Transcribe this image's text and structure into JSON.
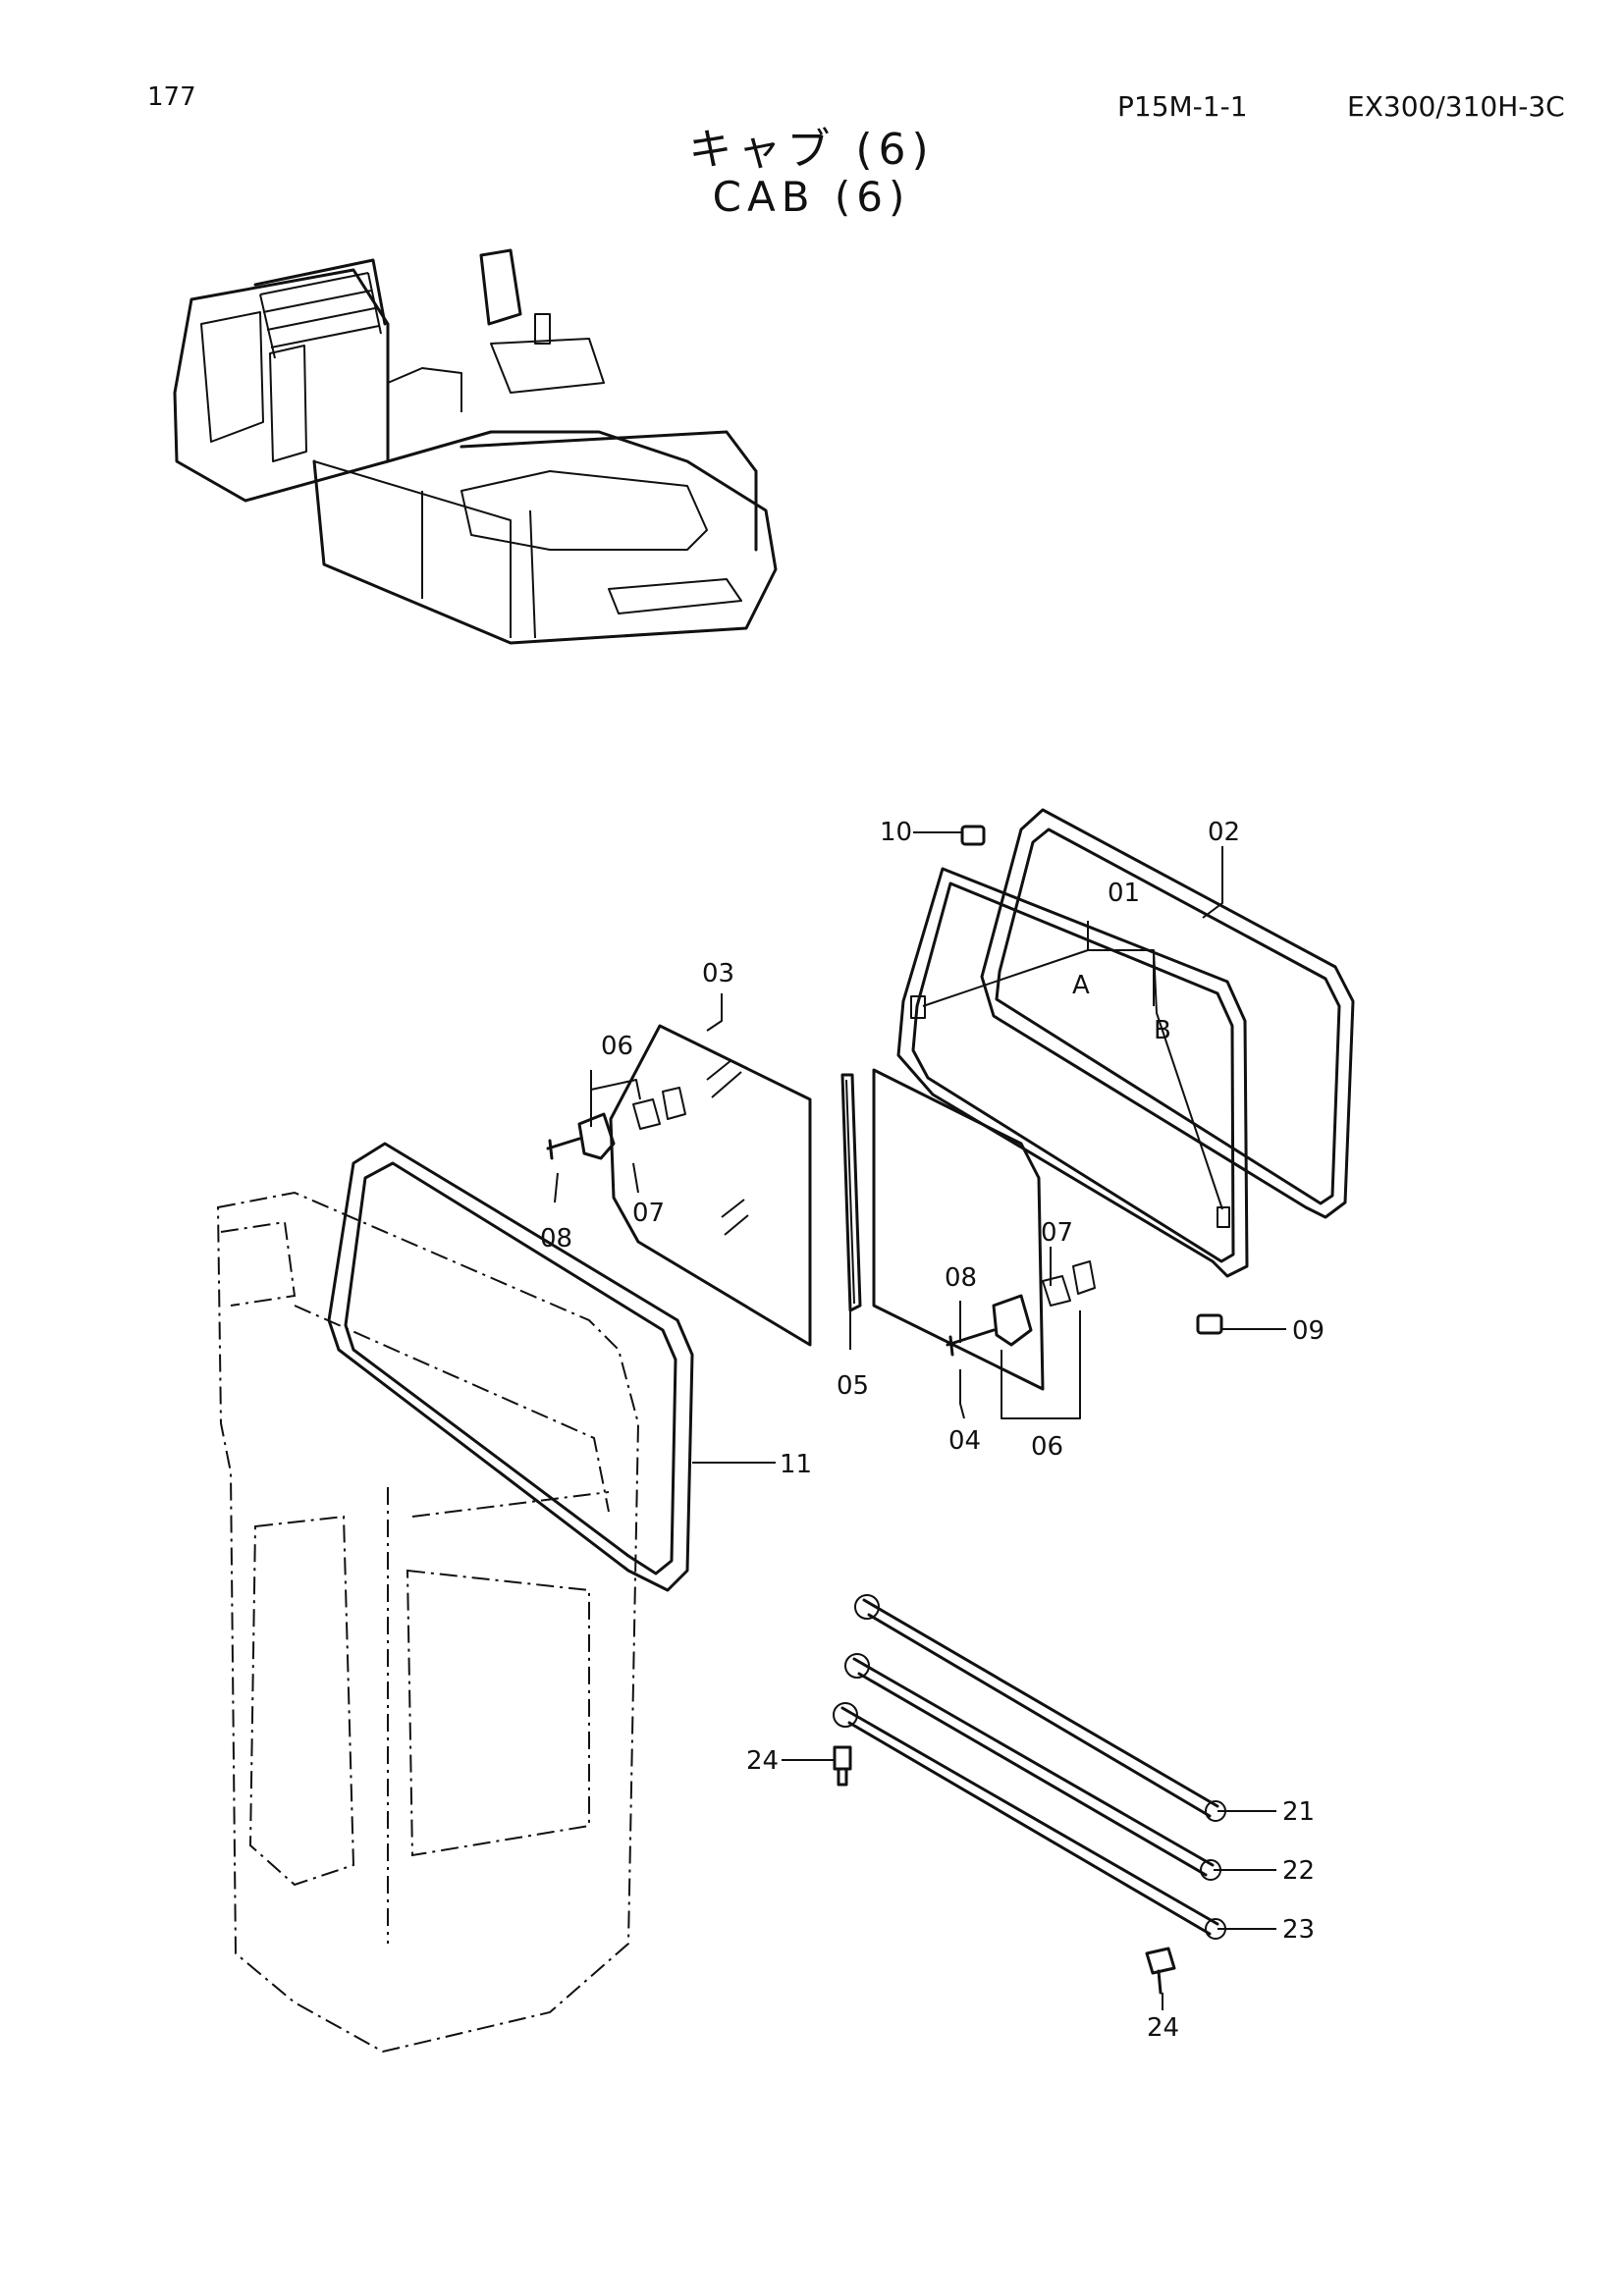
{
  "header": {
    "page_number": "177",
    "part_code": "P15M-1-1",
    "model": "EX300/310H-3C",
    "title_jp": "キャブ (6)",
    "title_en": "CAB (6)"
  },
  "callouts": {
    "c01": "01",
    "c02": "02",
    "c03": "03",
    "c04": "04",
    "c05": "05",
    "c06a": "06",
    "c06b": "06",
    "c07a": "07",
    "c07b": "07",
    "c08a": "08",
    "c08b": "08",
    "c09": "09",
    "c10": "10",
    "c11": "11",
    "c21": "21",
    "c22": "22",
    "c23": "23",
    "c24a": "24",
    "c24b": "24",
    "cA": "A",
    "cB": "B"
  }
}
